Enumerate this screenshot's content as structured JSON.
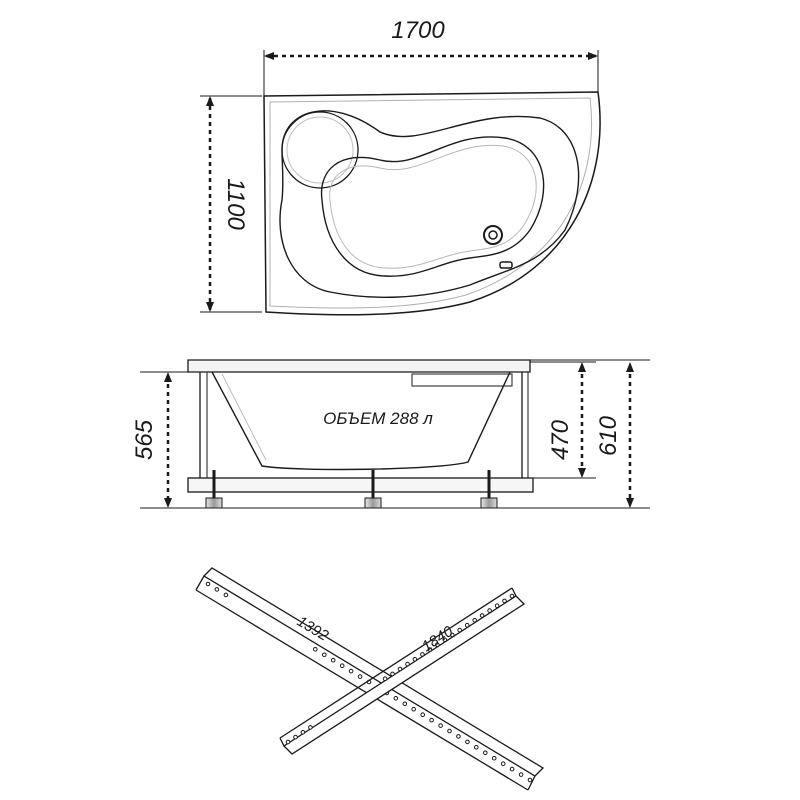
{
  "top_view": {
    "width_dim": "1700",
    "depth_dim": "1100"
  },
  "side_view": {
    "volume_label": "ОБЪЕМ 288 л",
    "height_left": "565",
    "height_inner": "470",
    "height_total": "610"
  },
  "frame_view": {
    "beam_1": "1392",
    "beam_2": "1840"
  },
  "colors": {
    "line": "#1a1a1a",
    "grey": "#9a9a9a"
  }
}
